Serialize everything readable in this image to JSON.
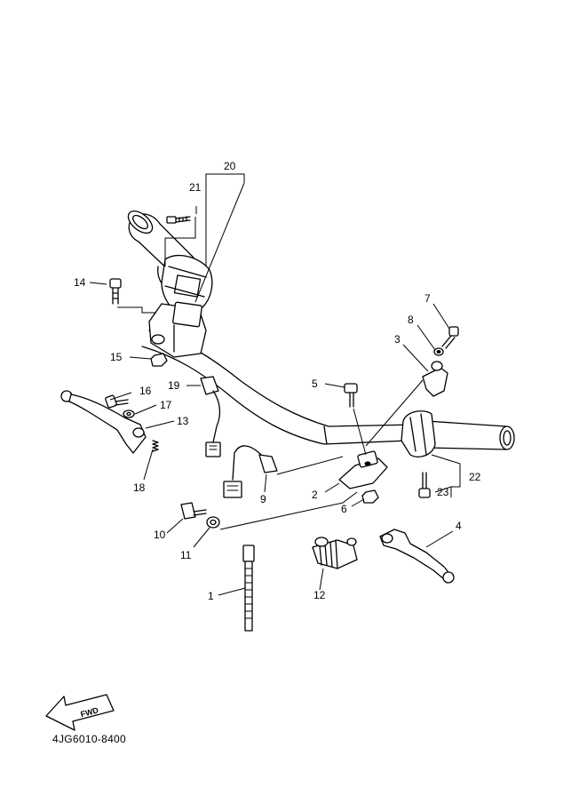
{
  "diagram": {
    "callouts": [
      "20",
      "21",
      "14",
      "15",
      "19",
      "16",
      "17",
      "13",
      "18",
      "10",
      "11",
      "9",
      "1",
      "2",
      "5",
      "6",
      "12",
      "7",
      "8",
      "3",
      "4",
      "22",
      "23"
    ],
    "fwd_label": "FWD",
    "diagram_code": "4JG6010-8400"
  }
}
